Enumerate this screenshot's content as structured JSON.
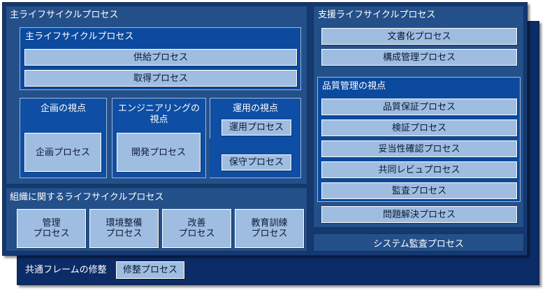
{
  "common_frame": {
    "label": "共通フレームの修整",
    "process": "修整プロセス"
  },
  "primary_lifecycle": {
    "title": "主ライフサイクルプロセス",
    "inner": {
      "title": "主ライフサイクルプロセス",
      "processes": [
        "供給プロセス",
        "取得プロセス"
      ]
    },
    "planning_view": {
      "title": "企画の視点",
      "process": "企画プロセス"
    },
    "engineering_view": {
      "title": "エンジニアリングの\n視点",
      "process": "開発プロセス"
    },
    "operation_view": {
      "title": "運用の視点",
      "processes": [
        "運用プロセス",
        "保守プロセス"
      ]
    }
  },
  "organizational_lifecycle": {
    "title": "組織に関するライフサイクルプロセス",
    "processes": [
      "管理\nプロセス",
      "環境整備\nプロセス",
      "改善\nプロセス",
      "教育訓練\nプロセス"
    ]
  },
  "supporting_lifecycle": {
    "title": "支援ライフサイクルプロセス",
    "processes": [
      "文書化プロセス",
      "構成管理プロセス"
    ],
    "quality_view": {
      "title": "品質管理の視点",
      "processes": [
        "品質保証プロセス",
        "検証プロセス",
        "妥当性確認プロセス",
        "共同レビュプロセス",
        "監査プロセス"
      ]
    },
    "problem_resolution": "問題解決プロセス"
  },
  "system_audit": "システム監査プロセス",
  "colors": {
    "outer_frame": "#0c2c68",
    "panel": "#24508a",
    "inner_frame": "#0b4a9e",
    "process_box": "#9fbde0",
    "text_light": "#ffffff",
    "text_dark": "#0b1a36"
  }
}
